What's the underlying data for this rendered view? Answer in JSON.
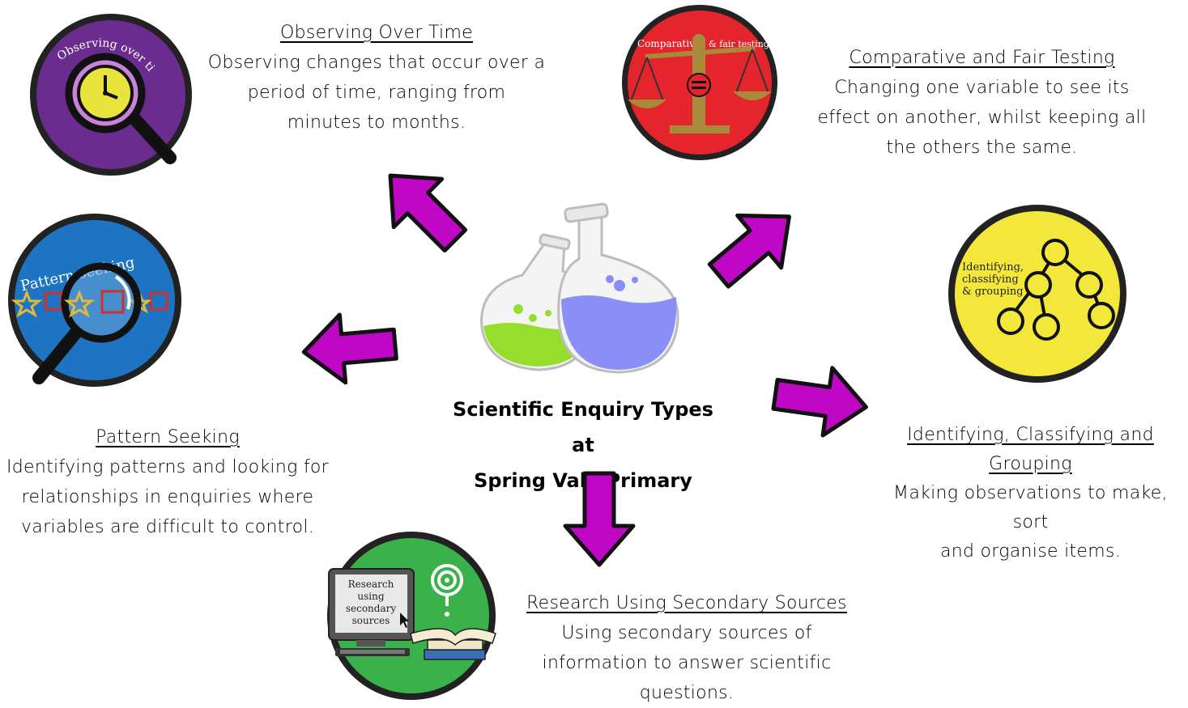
{
  "center": {
    "line1": "Scientific Enquiry Types at",
    "line2": "Spring Vale Primary"
  },
  "enquiries": {
    "observing": {
      "title": "Observing Over Time",
      "desc": [
        "Observing changes that occur over a",
        "period of time, ranging from",
        "minutes to months."
      ],
      "badge_label": "Observing over time",
      "color": "#6b2c8f"
    },
    "comparative": {
      "title": "Comparative and Fair Testing",
      "desc": [
        "Changing one variable to see its",
        "effect on another, whilst keeping all",
        "the others the same."
      ],
      "badge_label_1": "Comparative",
      "badge_label_2": "& fair testing",
      "color": "#e4252b"
    },
    "pattern": {
      "title": "Pattern Seeking",
      "desc": [
        "Identifying patterns and looking for",
        "relationships in enquiries where",
        "variables are difficult to control."
      ],
      "badge_label": "Pattern seeking",
      "color": "#1e74c2"
    },
    "identifying": {
      "title_line1": "Identifying, Classifying and",
      "title_line2": "Grouping",
      "desc": [
        "Making observations to make, sort",
        "and organise items."
      ],
      "badge_label": [
        "Identifying,",
        "classifying",
        "& grouping"
      ],
      "color": "#f3e73b"
    },
    "research": {
      "title": "Research Using Secondary Sources",
      "desc": [
        "Using secondary sources of",
        "information to answer scientific",
        "questions."
      ],
      "badge_label": [
        "Research",
        "using",
        "secondary",
        "sources"
      ],
      "color": "#3ab14a"
    }
  },
  "colors": {
    "arrow": "#c107c6",
    "arrow_outline": "#111111",
    "flask_green": "#97dd2e",
    "flask_blue": "#8a8ef7"
  }
}
